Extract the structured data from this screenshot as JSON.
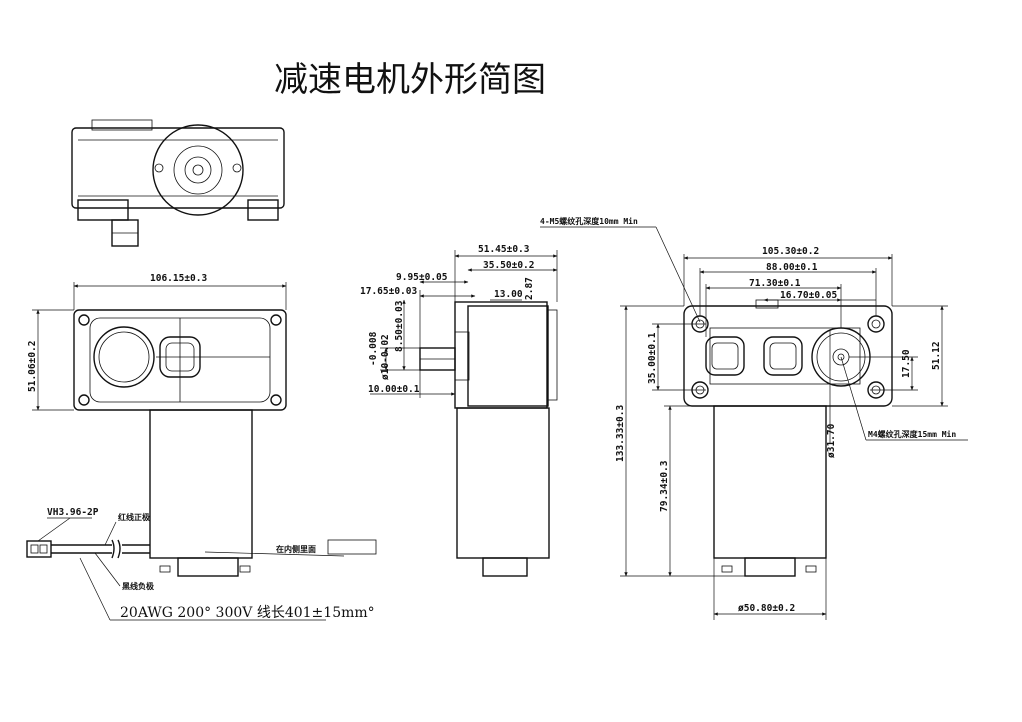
{
  "title": "减速电机外形简图",
  "left_view": {
    "width_dim": "106.15±0.3",
    "height_dim": "51.06±0.2"
  },
  "wire": {
    "connector": "VH3.96-2P",
    "red_label": "红线正极",
    "black_label": "黑线负极",
    "spec": "20AWG 200° 300V 线长401±15mm°",
    "sticker_label": "在内侧里面"
  },
  "side_view": {
    "d_overall": "51.45±0.3",
    "d_35": "35.50±0.2",
    "d_995": "9.95±0.05",
    "d_1765": "17.65±0.03",
    "d_13": "13.00",
    "d_287": "2.87",
    "d_850": "8.50±0.03",
    "d_shaft_top": "-0.008",
    "d_shaft": "ø10-0.02",
    "d_10": "10.00±0.1"
  },
  "right_view": {
    "note_holes": "4-M5螺纹孔深度10mm Min",
    "d_10530": "105.30±0.2",
    "d_88": "88.00±0.1",
    "d_7130": "71.30±0.1",
    "d_1670": "16.70±0.05",
    "d_35": "35.00±0.1",
    "d_5112": "51.12",
    "d_1750": "17.50",
    "d_3170": "ø31.70",
    "note_m4": "M4螺纹孔深度15mm Min",
    "d_13333": "133.33±0.3",
    "d_7934": "79.34±0.3",
    "d_5080": "ø50.80±0.2"
  }
}
